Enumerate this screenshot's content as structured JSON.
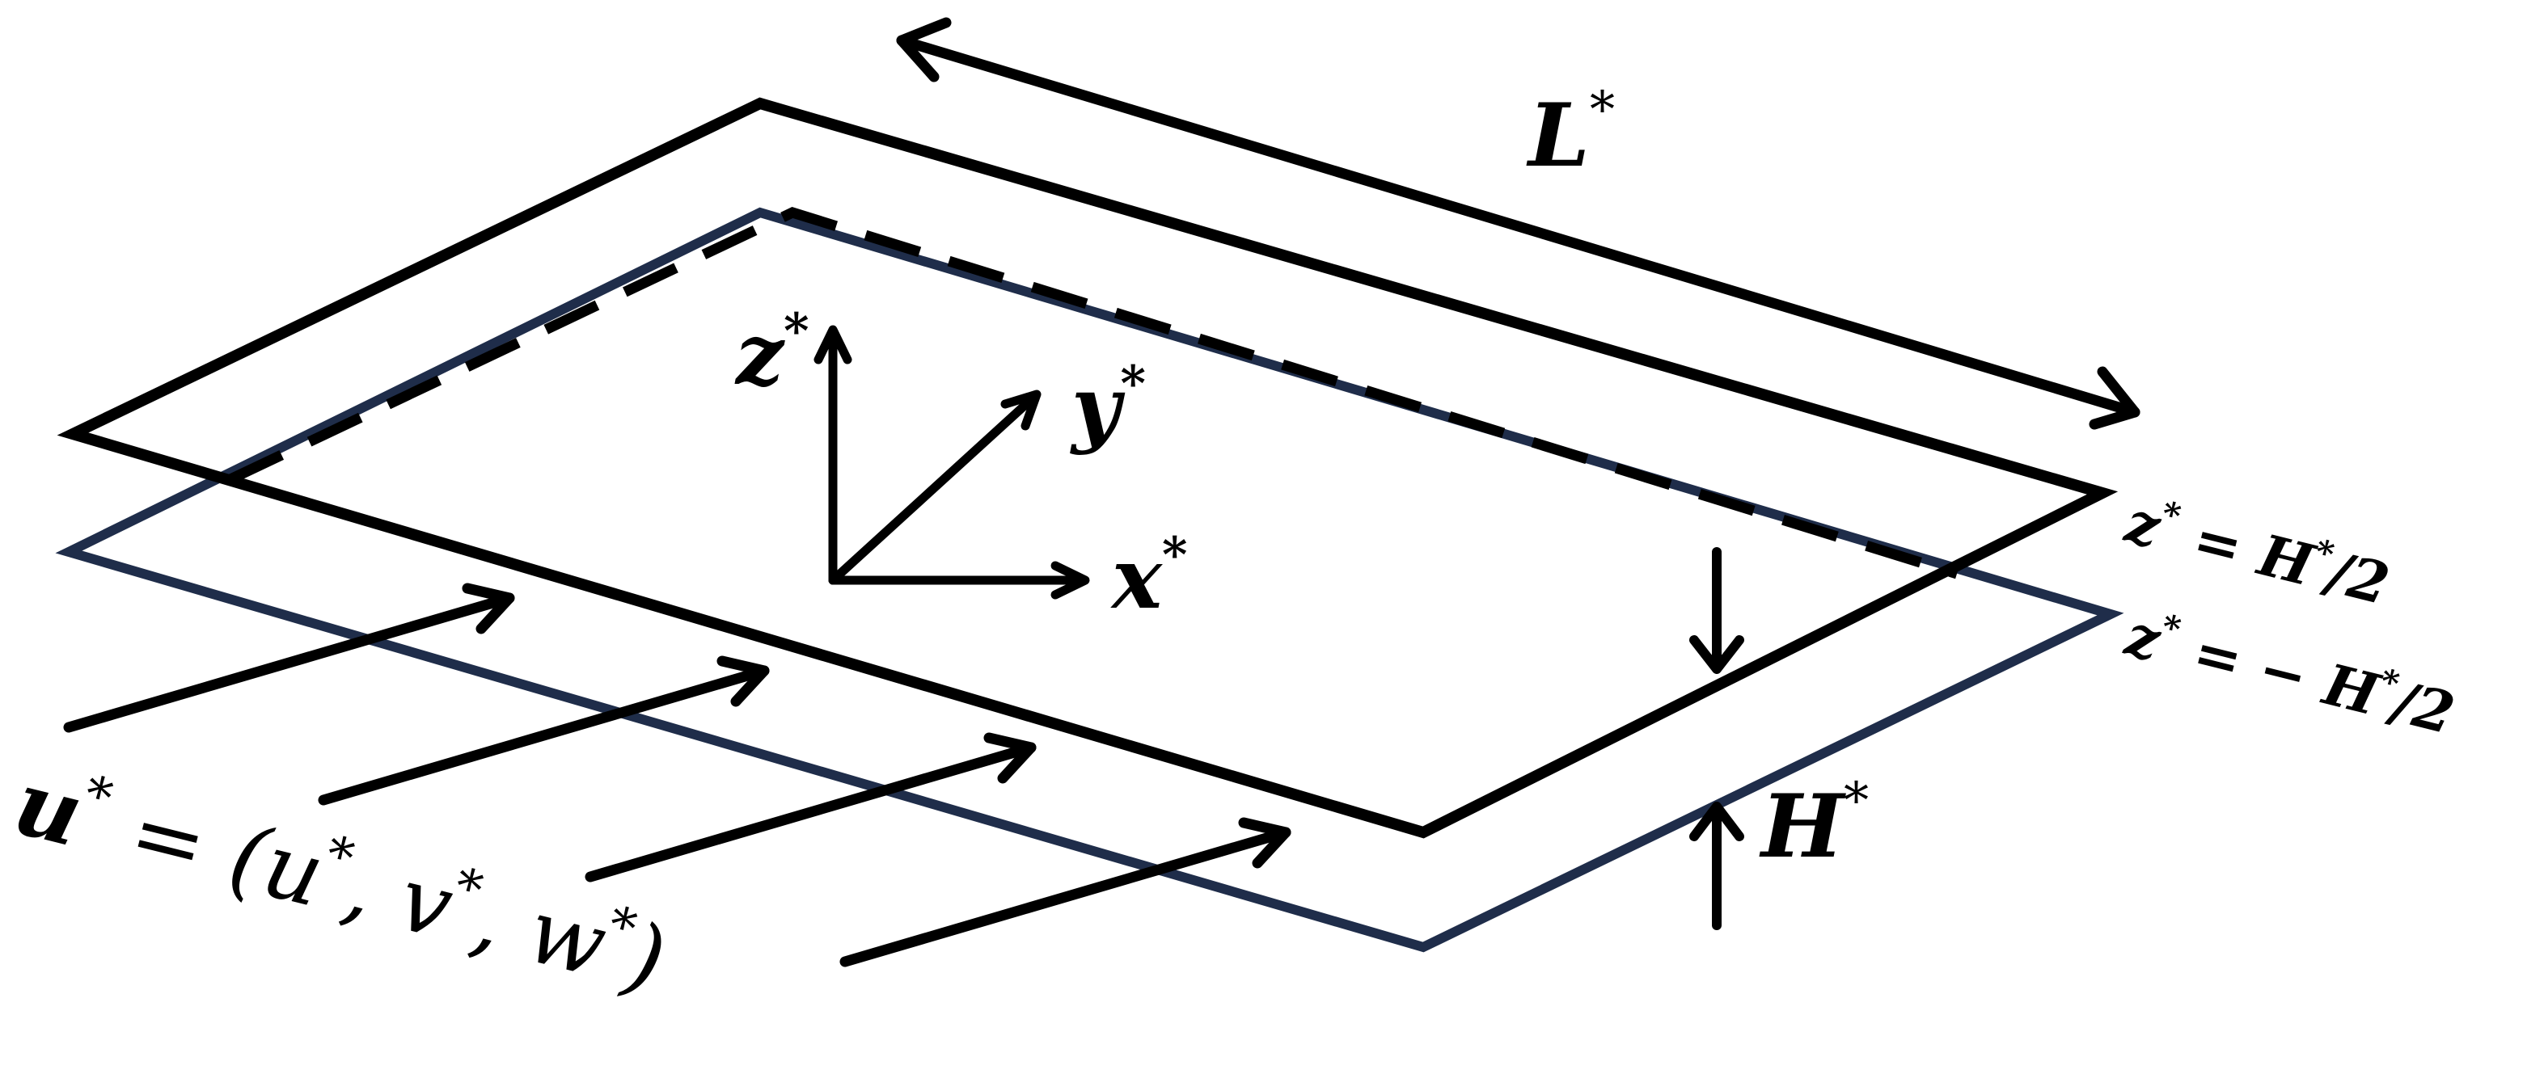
{
  "colors": {
    "ink": "#000000",
    "lower_plate": "#1f2d4a",
    "background": "#ffffff"
  },
  "labels": {
    "length_symbol": "L",
    "coord_z": "z",
    "coord_y": "y",
    "coord_x": "x",
    "upper_plane": "z",
    "upper_plane_value": " = H",
    "upper_plane_tail": "/2",
    "lower_plane": "z",
    "lower_plane_value": " = − H",
    "lower_plane_tail": "/2",
    "gap_symbol": "H",
    "velocity_bold": "u",
    "velocity_rest": " = (u",
    "velocity_v": ", v",
    "velocity_w": ", w",
    "velocity_close": ")",
    "star": "*"
  }
}
